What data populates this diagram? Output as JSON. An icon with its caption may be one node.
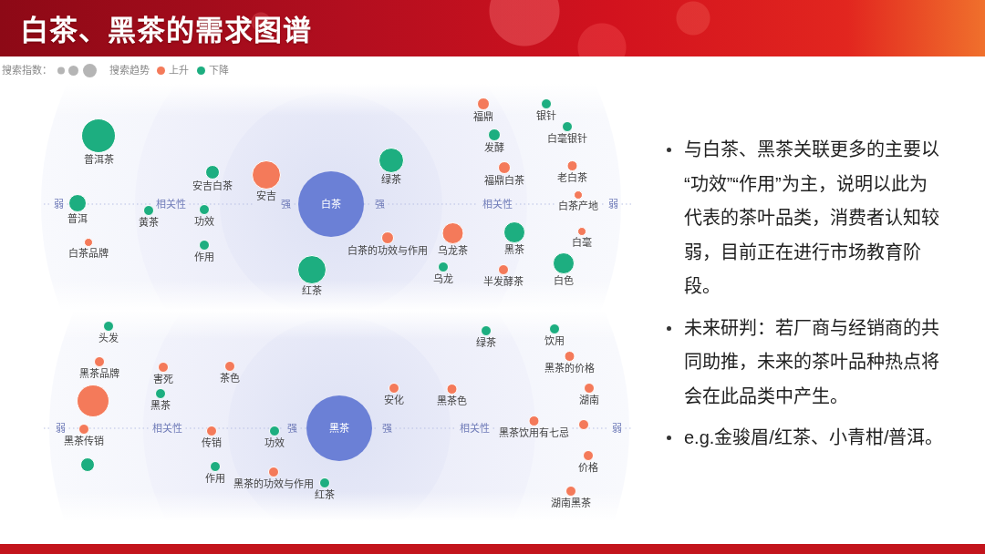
{
  "diagram": {
    "title": "白茶、黑茶的需求图谱",
    "nodes": [
      {
        "text": [
          "福鼎"
        ]
      },
      {
        "text": [
          "银针"
        ]
      },
      {
        "text": [
          "白毫银针"
        ]
      },
      {
        "text": [
          "发酵"
        ]
      },
      {
        "text": [
          "普洱茶"
        ]
      },
      {
        "text": [
          "绿茶"
        ]
      },
      {
        "text": [
          "老白茶"
        ]
      },
      {
        "text": [
          "福鼎白茶"
        ]
      },
      {
        "text": [
          "安吉白茶"
        ]
      },
      {
        "text": [
          "安吉"
        ]
      },
      {
        "text": [
          "白茶产地"
        ]
      },
      {
        "text": [
          "白茶"
        ]
      },
      {
        "text": [
          "普洱"
        ]
      },
      {
        "text": [
          "功效"
        ]
      },
      {
        "text": [
          "黄茶"
        ]
      },
      {
        "text": [
          "白毫"
        ]
      },
      {
        "text": [
          "黑茶"
        ]
      },
      {
        "text": [
          "乌龙茶"
        ]
      },
      {
        "text": [
          "白茶的功效与作用"
        ]
      },
      {
        "text": [
          "白茶品牌"
        ]
      },
      {
        "text": [
          "作用"
        ]
      },
      {
        "text": [
          "白色"
        ]
      },
      {
        "text": [
          "乌龙"
        ]
      },
      {
        "text": [
          "半发酵茶"
        ]
      },
      {
        "text": [
          "红茶"
        ]
      },
      {
        "text": [
          "头发"
        ]
      },
      {
        "text": [
          "饮用"
        ]
      },
      {
        "text": [
          "绿茶"
        ]
      },
      {
        "text": [
          "黑茶的价格"
        ]
      },
      {
        "text": [
          "黑茶品牌"
        ]
      },
      {
        "text": [
          "茶色"
        ]
      },
      {
        "text": [
          "害死"
        ]
      },
      {
        "text": [
          "安化"
        ]
      },
      {
        "text": [
          "湖南"
        ]
      },
      {
        "text": [
          "黑茶色"
        ]
      },
      {
        "text": [
          "黑茶"
        ]
      },
      {
        "text": [],
        "shape": "circle"
      },
      {
        "text": [
          "黑茶饮用有七忌"
        ]
      },
      {
        "text": [],
        "shape": "circle"
      },
      {
        "text": [
          "黑茶"
        ]
      },
      {
        "text": [
          "黑茶传销"
        ]
      },
      {
        "text": [
          "传销"
        ]
      },
      {
        "text": [
          "功效"
        ]
      },
      {
        "text": [
          "价格"
        ]
      },
      {
        "text": [],
        "shape": "circle"
      },
      {
        "text": [
          "作用"
        ]
      },
      {
        "text": [
          "黑茶的功效与作用"
        ]
      },
      {
        "text": [
          "红茶"
        ]
      },
      {
        "text": [
          "湖南黑茶"
        ]
      }
    ],
    "labels": [
      "搜索趋势",
      "弱",
      "相关性",
      "强",
      "强",
      "相关性",
      "弱",
      "弱",
      "相关性",
      "强",
      "强",
      "相关性",
      "弱",
      "与白茶、黑茶关联更多的主要以“功效”“作用”为主，说明以此为代表的茶叶品类，消费者认知较弱，目前正在进行市场教育阶段。",
      "未来研判：若厂商与经销商的共同助推，未来的茶叶品种热点将会在此品类中产生。",
      "e.g.金骏眉/红茶、小青柑/普洱。"
    ],
    "legend": [
      {
        "text": "搜索指数："
      },
      {
        "text": "上升",
        "color": "#f47a5a"
      },
      {
        "text": "下降",
        "color": "#1dae80"
      }
    ]
  }
}
